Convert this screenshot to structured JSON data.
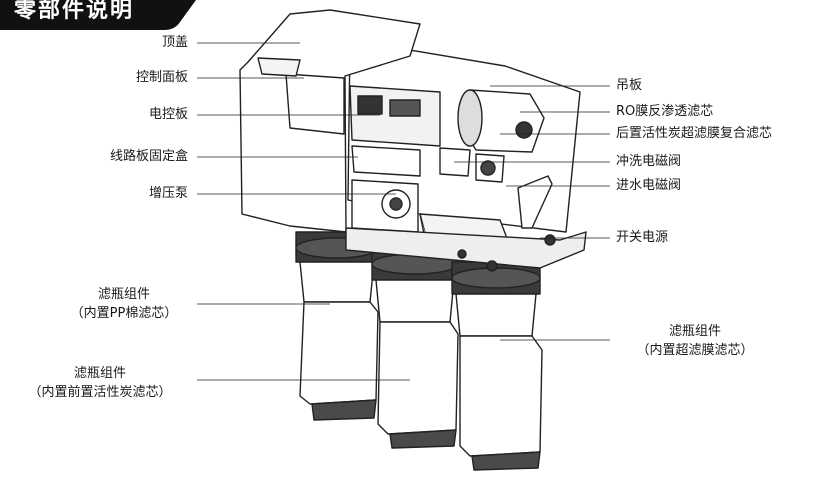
{
  "header": {
    "title": "零部件说明"
  },
  "labels": {
    "top_cover": "顶盖",
    "control_panel": "控制面板",
    "electric_control_board": "电控板",
    "circuit_box": "线路板固定盒",
    "booster_pump": "增压泵",
    "pp_filter_line1": "滤瓶组件",
    "pp_filter_line2": "（内置PP棉滤芯）",
    "pre_carbon_line1": "滤瓶组件",
    "pre_carbon_line2": "（内置前置活性炭滤芯）",
    "hanging_plate": "吊板",
    "ro_membrane": "RO膜反渗透滤芯",
    "post_carbon": "后置活性炭超滤膜复合滤芯",
    "flush_valve": "冲洗电磁阀",
    "inlet_valve": "进水电磁阀",
    "power_supply": "开关电源",
    "uf_filter_line1": "滤瓶组件",
    "uf_filter_line2": "（内置超滤膜滤芯）"
  }
}
